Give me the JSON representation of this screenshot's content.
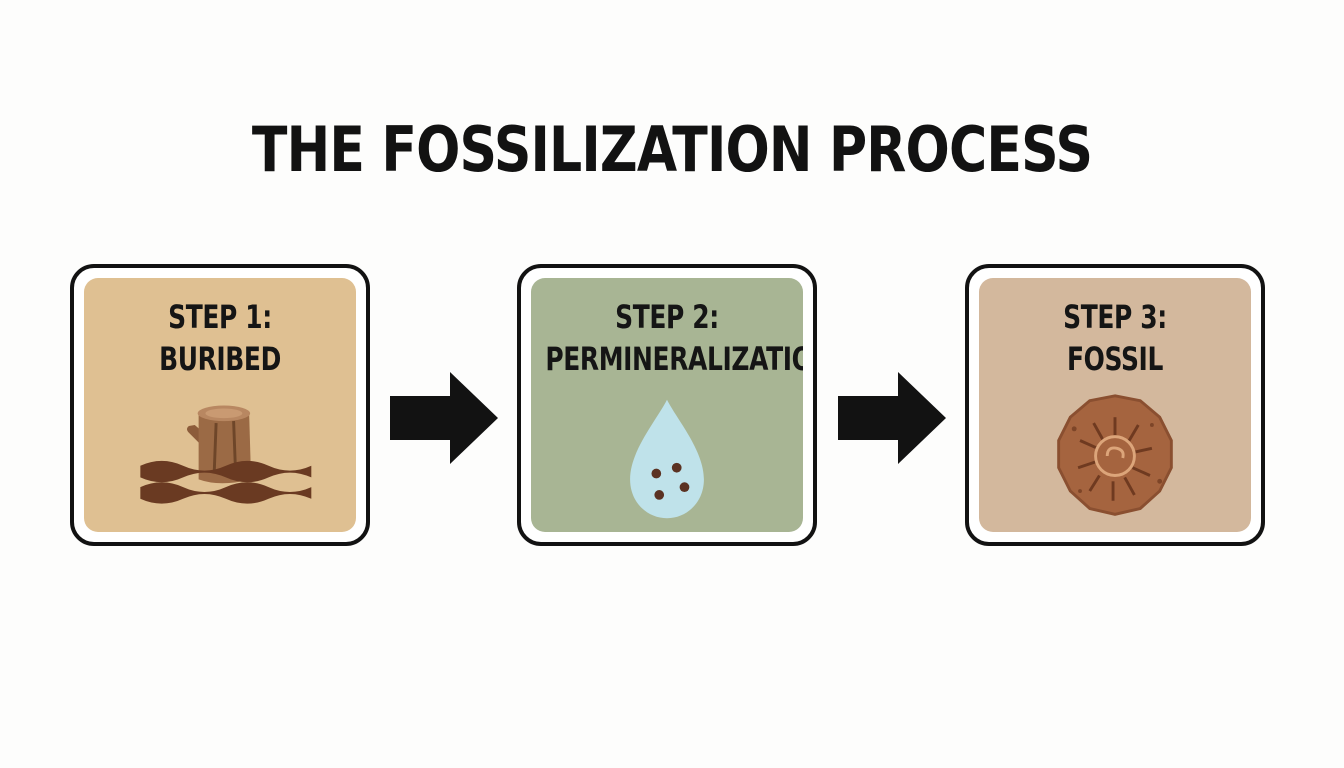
{
  "title": "THE FOSSILIZATION PROCESS",
  "colors": {
    "step1_bg": "#dfc092",
    "step2_bg": "#a8b594",
    "step3_bg": "#d3b89d",
    "outline": "#121212",
    "wood": "#9b6a45",
    "soil": "#6a3a22",
    "drop": "#bfe2ea",
    "fossil": "#a5643f"
  },
  "steps": [
    {
      "line1": "STEP 1:",
      "line2": "BURIBED",
      "icon": "buried-stump-icon"
    },
    {
      "line1": "STEP 2:",
      "line2": "PERMINERALIZATION",
      "icon": "water-drop-icon"
    },
    {
      "line1": "STEP 3:",
      "line2": "FOSSIL",
      "icon": "ammonite-fossil-icon"
    }
  ],
  "arrows": [
    "right-arrow-icon",
    "right-arrow-icon"
  ]
}
